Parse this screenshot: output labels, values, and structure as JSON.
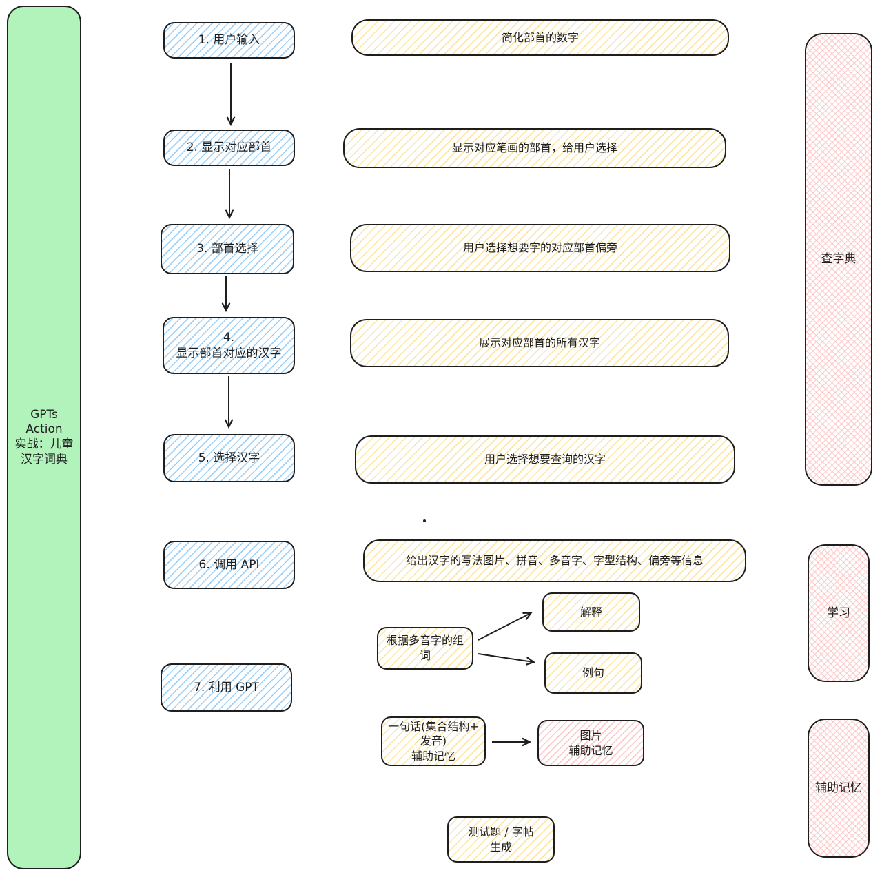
{
  "title_panel": {
    "lines": [
      "GPTs",
      "Action",
      "实战：儿童",
      "汉字词典"
    ]
  },
  "steps": [
    {
      "label": "1. 用户输入"
    },
    {
      "label": "2. 显示对应部首"
    },
    {
      "label": "3. 部首选择"
    },
    {
      "label": "4.\n显示部首对应的汉字"
    },
    {
      "label": "5. 选择汉字"
    },
    {
      "label": "6. 调用 API"
    },
    {
      "label": "7. 利用 GPT"
    }
  ],
  "notes": [
    {
      "label": "简化部首的数字"
    },
    {
      "label": "显示对应笔画的部首，给用户选择"
    },
    {
      "label": "用户选择想要字的对应部首偏旁"
    },
    {
      "label": "展示对应部首的所有汉字"
    },
    {
      "label": "用户选择想要查询的汉字"
    },
    {
      "label": "给出汉字的写法图片、拼音、多音字、字型结构、偏旁等信息"
    }
  ],
  "branch": {
    "polyphone_source": "根据多音字的组\n词",
    "explanation": "解释",
    "example": "例句",
    "mnemonic_sentence": "一句话(集合结构+\n发音)\n辅助记忆",
    "mnemonic_image": "图片\n辅助记忆",
    "quiz": "测试题 / 字帖\n生成"
  },
  "categories": [
    {
      "label": "查字典"
    },
    {
      "label": "学习"
    },
    {
      "label": "辅助记忆"
    }
  ],
  "colors": {
    "panel_green": "#b2f2bb",
    "step_blue": "#a5d8ff",
    "note_yellow": "#ffe066",
    "category_pink": "#ffc9c9",
    "ink": "#1e1e1e"
  }
}
